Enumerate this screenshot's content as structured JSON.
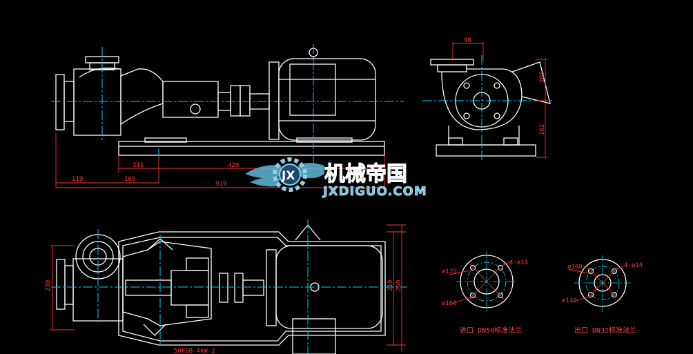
{
  "drawing": {
    "front_dims": [
      "119",
      "169",
      "311",
      "420",
      "919"
    ],
    "side_dims": [
      "98",
      "165",
      "162"
    ],
    "plan_dims": [
      "230",
      "210",
      "250"
    ],
    "model_label": "50FSB-4kW-2",
    "flange_in": {
      "d_outer": "ø160",
      "d_bolt": "ø125",
      "holes": "4-ø14",
      "caption": "进口 DN50标准法兰"
    },
    "flange_out": {
      "d_outer": "ø140",
      "d_bolt": "ø100",
      "holes": "4-ø14",
      "caption": "出口 DN32标准法兰"
    }
  },
  "watermark": {
    "brand": "机械帝国",
    "url": "JXDIGUO.COM",
    "logo_letters": "JX"
  },
  "colors": {
    "background": "#000000",
    "outline": "#ffffff",
    "centerline": "#00d0ff",
    "dimension": "#ff3333",
    "watermark": "#5fb8d8"
  }
}
